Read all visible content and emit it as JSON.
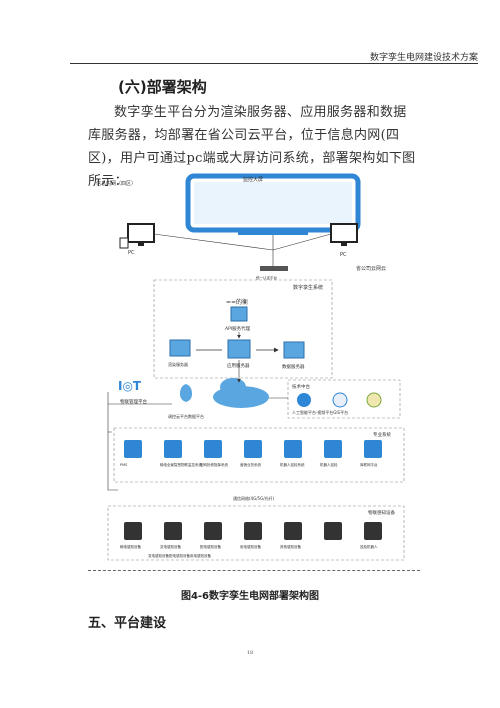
{
  "header": {
    "title": "数字孪生电网建设技术方案"
  },
  "section": {
    "title": "(六)部署架构"
  },
  "paragraph": "数字孪生平台分为渲染服务器、应用服务器和数据库服务器，均部署在省公司云平台，位于信息内网(四区)，用户可通过pc端或大屏访问系统，部署架构如下图所示：",
  "figure": {
    "zone_left": "信息内网（四区）",
    "zone_right": "省公司云网云",
    "big_screen": "监控大屏",
    "pc_left": "PC",
    "pc_right": "PC",
    "firewall": "统一认证平台",
    "system_title": "数字孪生系统",
    "lb": "==的衡",
    "api_gw": "API服务代理",
    "render_server": "渲染服务器",
    "app_server": "应用服务器",
    "db_server": "数据服务器",
    "iot": "物联管理平台",
    "dispatch": "调控云平台数据平台",
    "tech_title": "技术中台",
    "tech_line": "人工智能平台·视频平台GIS平台",
    "pro_title": "专业系统",
    "pro_items": [
      "PMS",
      "输电全景智慧物联监控系统",
      "配网抢修指挥系统",
      "营销业务系统",
      "机器人巡检系统",
      "机器人巡检",
      "库联网平台"
    ],
    "sensor_title": "物联感知设备",
    "sensor_net": "通信网络(4G/5G/光纤)",
    "sensor_items": [
      "输电感知设备",
      "变电感知设备",
      "配电感知设备",
      "用电感知设备",
      "其他感知设备",
      "",
      "巡检机器人"
    ],
    "sensor_note": "变电感知设备配电感知设备用电感知设备"
  },
  "caption": "图4-6数字孪生电网部署架构图",
  "heading2": "五、平台建设",
  "page_number": "18",
  "colors": {
    "accent": "#2e86d4",
    "box": "#5aa6e0"
  }
}
